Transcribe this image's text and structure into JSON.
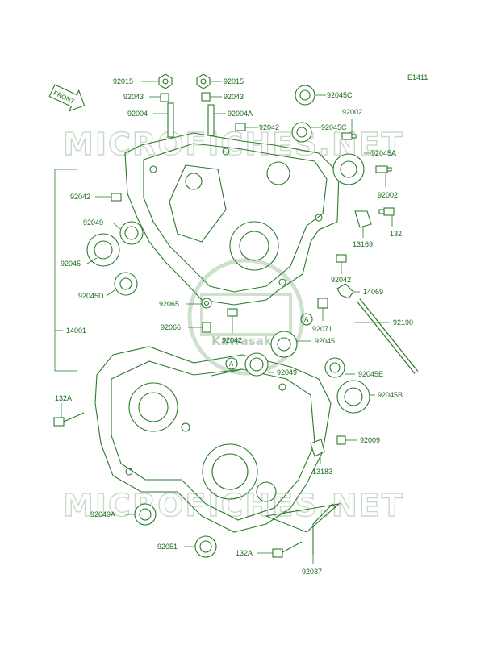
{
  "diagram_code": "E1411",
  "front_label": "FRONT",
  "watermark_text": "MICROFICHES.NET",
  "logo_text": "Kawasaki",
  "colors": {
    "line": "#2a7a2a",
    "text": "#1a6b1a",
    "watermark": "#c9d9c9"
  },
  "labels": {
    "p92015a": "92015",
    "p92015b": "92015",
    "p92043a": "92043",
    "p92043b": "92043",
    "p92004": "92004",
    "p92004A": "92004A",
    "p92045C_top": "92045C",
    "p92002_top": "92002",
    "p92042_top": "92042",
    "p92045C_mid": "92045C",
    "p92045A": "92045A",
    "p92002_mid": "92002",
    "p92042_left": "92042",
    "p132": "132",
    "p92049_left": "92049",
    "p13169": "13169",
    "p92045_left": "92045",
    "p92042_right": "92042",
    "p92045D": "92045D",
    "p14069": "14069",
    "p92065": "92065",
    "p92190": "92190",
    "p14001": "14001",
    "p92071": "92071",
    "p92066": "92066",
    "p92045_center": "92045",
    "p92042_center": "92042",
    "p92049_center": "92049",
    "p92045E": "92045E",
    "p132A_left": "132A",
    "p92045B": "92045B",
    "p92009": "92009",
    "p13183": "13183",
    "p92049A": "92049A",
    "p92051": "92051",
    "p132A_bottom": "132A",
    "p92037": "92037",
    "callout_A1": "A",
    "callout_A2": "A"
  }
}
